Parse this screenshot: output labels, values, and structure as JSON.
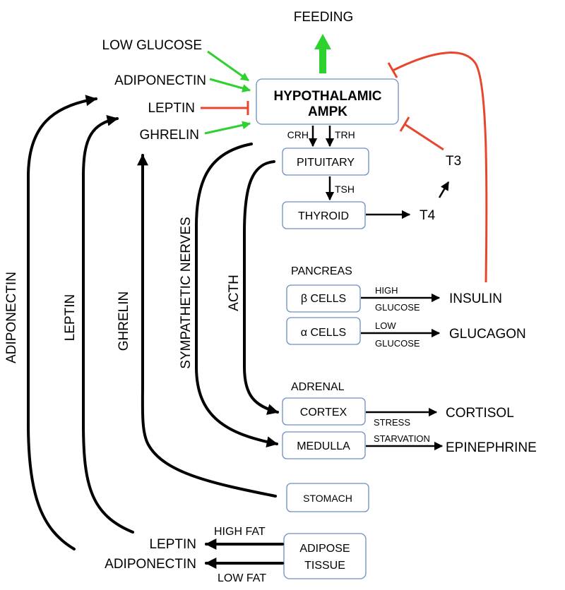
{
  "diagram": {
    "top": {
      "feeding": "FEEDING"
    },
    "inputs": {
      "low_glucose": "LOW GLUCOSE",
      "adiponectin": "ADIPONECTIN",
      "leptin": "LEPTIN",
      "ghrelin": "GHRELIN"
    },
    "hypothalamus": {
      "line1": "HYPOTHALAMIC",
      "line2": "AMPK"
    },
    "hormones": {
      "crh": "CRH",
      "trh": "TRH",
      "tsh": "TSH",
      "t3": "T3",
      "t4": "T4",
      "insulin": "INSULIN",
      "glucagon": "GLUCAGON",
      "cortisol": "CORTISOL",
      "epinephrine": "EPINEPHRINE",
      "leptin_out": "LEPTIN",
      "adiponectin_out": "ADIPONECTIN"
    },
    "boxes": {
      "pituitary": "PITUITARY",
      "thyroid": "THYROID",
      "beta_cells": "β CELLS",
      "alpha_cells": "α CELLS",
      "cortex": "CORTEX",
      "medulla": "MEDULLA",
      "stomach": "STOMACH",
      "adipose_line1": "ADIPOSE",
      "adipose_line2": "TISSUE"
    },
    "groups": {
      "pancreas": "PANCREAS",
      "adrenal": "ADRENAL"
    },
    "conditions": {
      "high": "HIGH",
      "glucose1": "GLUCOSE",
      "low": "LOW",
      "glucose2": "GLUCOSE",
      "stress": "STRESS",
      "starvation": "STARVATION",
      "high_fat": "HIGH FAT",
      "low_fat": "LOW FAT"
    },
    "pathway_labels": {
      "adiponectin": "ADIPONECTIN",
      "leptin": "LEPTIN",
      "ghrelin": "GHRELIN",
      "sympathetic": "SYMPATHETIC NERVES",
      "acth": "ACTH"
    },
    "colors": {
      "stimulate": "#2fd12f",
      "inhibit": "#e8462c",
      "box_border": "#6d8fc0"
    }
  }
}
